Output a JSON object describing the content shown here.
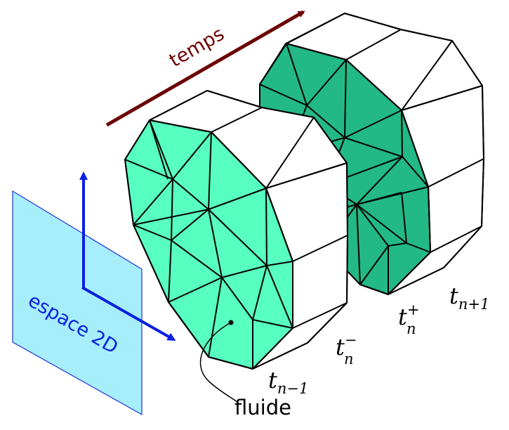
{
  "labels": {
    "time": "temps",
    "space": "espace 2D",
    "fluid": "fluide",
    "t_prev": {
      "base": "t",
      "sub": "n−1"
    },
    "t_minus": {
      "base": "t",
      "sup": "−",
      "sub": "n"
    },
    "t_plus": {
      "base": "t",
      "sup": "+",
      "sub": "n"
    },
    "t_next": {
      "base": "t",
      "sub": "n+1"
    }
  },
  "colors": {
    "time_arrow": "#6b0000",
    "space_axes": "#0a1fe0",
    "space_plane_fill": "#a6eefc",
    "space_plane_stroke": "#2233dd",
    "front_slab_face": "#57ffc0",
    "back_slab_face": "#22b986",
    "edges": "#000000"
  }
}
